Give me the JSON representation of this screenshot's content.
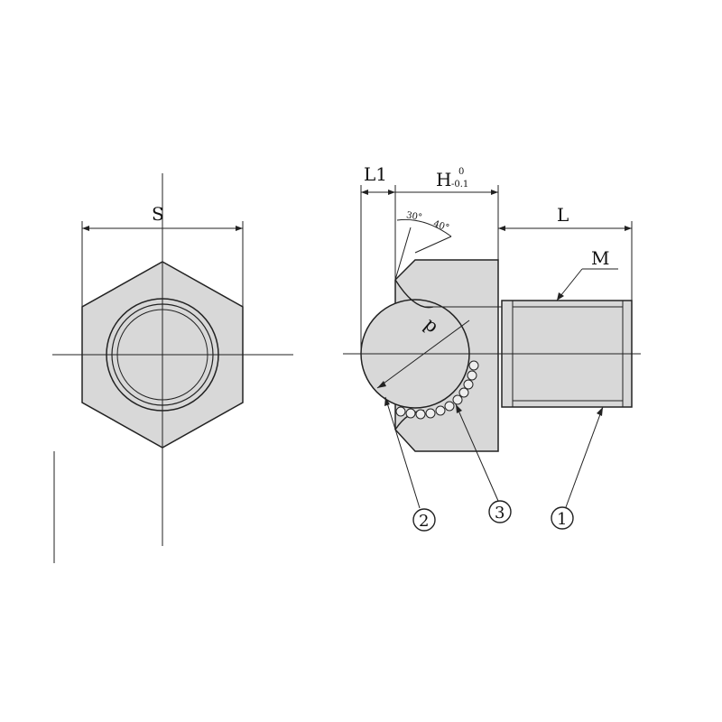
{
  "labels": {
    "s": "S",
    "l1": "L1",
    "h": "H",
    "h_tol_upper": "0",
    "h_tol_lower": "-0.1",
    "l": "L",
    "m": "M",
    "d": "d",
    "angle_a": "30°",
    "angle_b": "40°"
  },
  "callouts": {
    "c1": "1",
    "c2": "2",
    "c3": "3"
  }
}
